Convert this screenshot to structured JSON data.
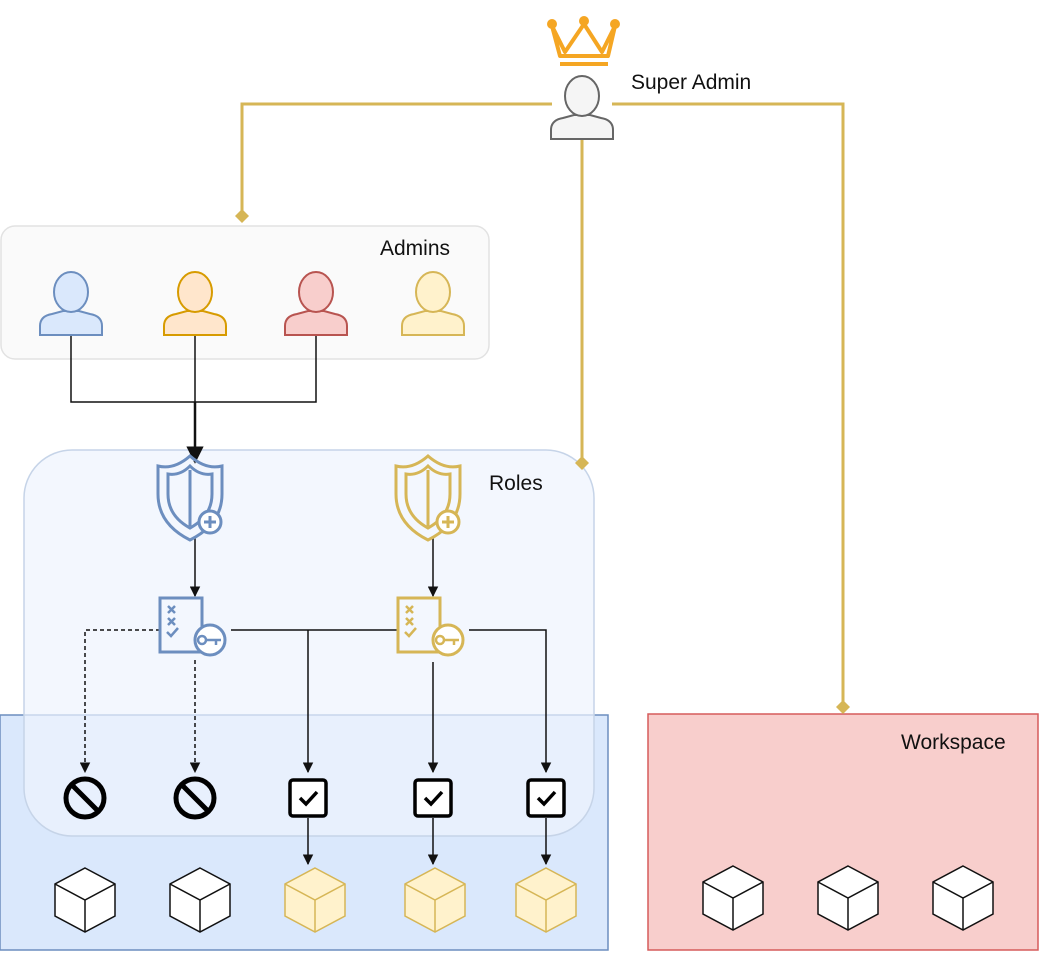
{
  "labels": {
    "super_admin": "Super Admin",
    "admins": "Admins",
    "roles": "Roles",
    "workspace": "Workspace"
  },
  "colors": {
    "gold_line": "#d6b656",
    "crown": "#f5a623",
    "blue_fill": "#dae8fc",
    "blue_stroke": "#6c8ebf",
    "orange_fill": "#ffe6cc",
    "orange_stroke": "#d79b00",
    "red_fill": "#f8cecc",
    "red_stroke": "#b85450",
    "yellow_fill": "#fff2cc",
    "yellow_stroke": "#d6b656",
    "super_fill": "#f5f5f5",
    "super_stroke": "#666666",
    "workspace_fill": "#f8cecc",
    "workspace_stroke": "#d65b5b",
    "permissions_fill": "#dae8fc",
    "permissions_stroke": "#6c8ebf"
  },
  "admins": [
    {
      "color": "blue"
    },
    {
      "color": "orange"
    },
    {
      "color": "red"
    },
    {
      "color": "yellow"
    }
  ],
  "roles": [
    {
      "color": "blue"
    },
    {
      "color": "yellow"
    }
  ],
  "permissions": [
    {
      "state": "denied"
    },
    {
      "state": "denied"
    },
    {
      "state": "allowed"
    },
    {
      "state": "allowed"
    },
    {
      "state": "allowed"
    }
  ],
  "resources": [
    {
      "color": "white"
    },
    {
      "color": "white"
    },
    {
      "color": "yellow"
    },
    {
      "color": "yellow"
    },
    {
      "color": "yellow"
    }
  ],
  "workspace_resources": [
    {
      "color": "white"
    },
    {
      "color": "white"
    },
    {
      "color": "white"
    }
  ]
}
